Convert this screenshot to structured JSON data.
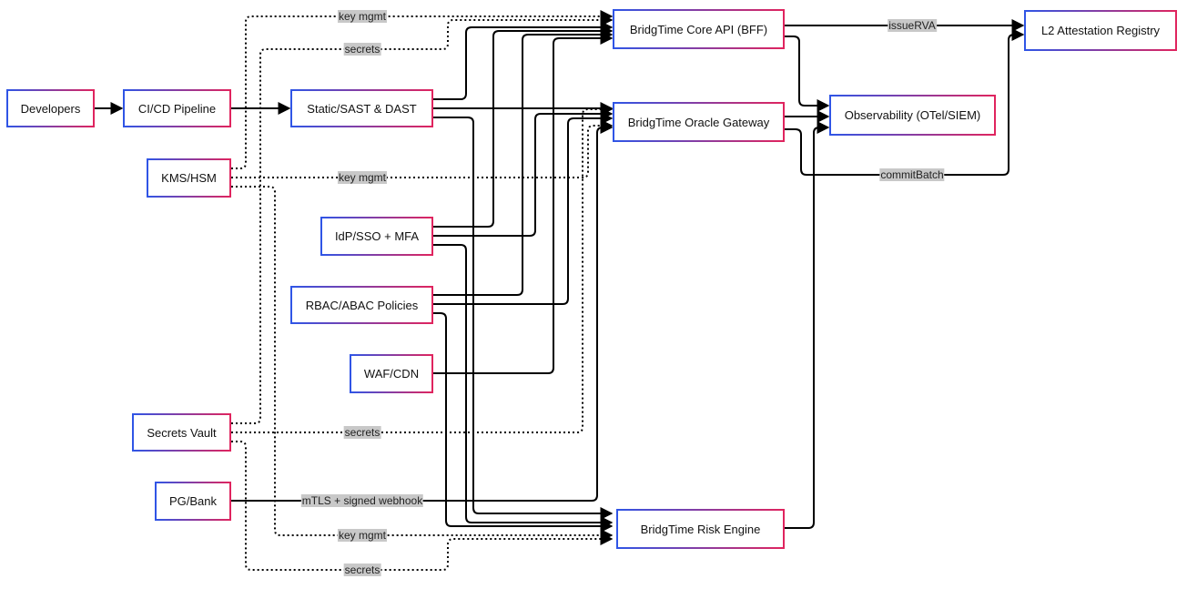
{
  "nodes": {
    "developers": "Developers",
    "cicd": "CI/CD Pipeline",
    "static": "Static/SAST & DAST",
    "kms": "KMS/HSM",
    "idp": "IdP/SSO + MFA",
    "rbac": "RBAC/ABAC Policies",
    "waf": "WAF/CDN",
    "vault": "Secrets Vault",
    "pg": "PG/Bank",
    "core": "BridgTime Core API (BFF)",
    "oracle": "BridgTime Oracle Gateway",
    "risk": "BridgTime Risk Engine",
    "obs": "Observability (OTel/SIEM)",
    "l2": "L2 Attestation Registry"
  },
  "edge_labels": {
    "kms_core": "key mgmt",
    "vault_core": "secrets",
    "kms_oracle": "key mgmt",
    "vault_oracle": "secrets",
    "pg_oracle": "mTLS + signed webhook",
    "kms_risk": "key mgmt",
    "vault_risk": "secrets",
    "core_l2": "issueRVA",
    "oracle_l2": "commitBatch"
  },
  "colors": {
    "border_start": "#2f55e6",
    "border_end": "#e0245e",
    "edge": "#000000",
    "label_bg": "#c8c8c8"
  }
}
